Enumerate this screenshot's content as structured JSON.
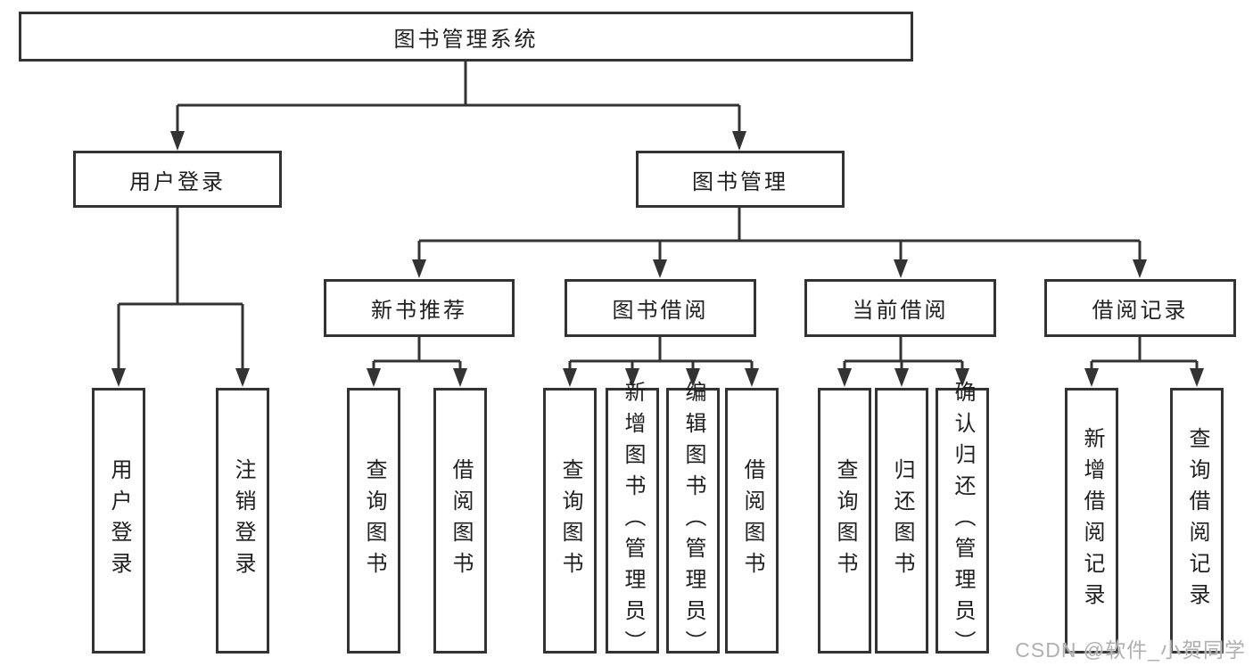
{
  "diagram": {
    "root": "图书管理系统",
    "level2": {
      "user_login": "用户登录",
      "book_management": "图书管理"
    },
    "level3": {
      "new_book_recommend": "新书推荐",
      "book_borrow": "图书借阅",
      "current_borrow": "当前借阅",
      "borrow_records": "借阅记录"
    },
    "leaves": {
      "user_login": "用户登录",
      "logout": "注销登录",
      "query_book_1": "查询图书",
      "borrow_book_1": "借阅图书",
      "query_book_2": "查询图书",
      "add_book_admin": "新增图书（管理员）",
      "edit_book_admin": "编辑图书（管理员）",
      "borrow_book_2": "借阅图书",
      "query_book_3": "查询图书",
      "return_book": "归还图书",
      "confirm_return_admin": "确认归还（管理员）",
      "add_borrow_record": "新增借阅记录",
      "query_borrow_record": "查询借阅记录"
    }
  },
  "watermark": {
    "text": "CSDN @软件_小贺同学"
  },
  "colors": {
    "line": "#333333",
    "box_border": "#333333",
    "box_background": "#ffffff",
    "text": "#1f1f1f",
    "watermark": "#b0b0b0"
  }
}
